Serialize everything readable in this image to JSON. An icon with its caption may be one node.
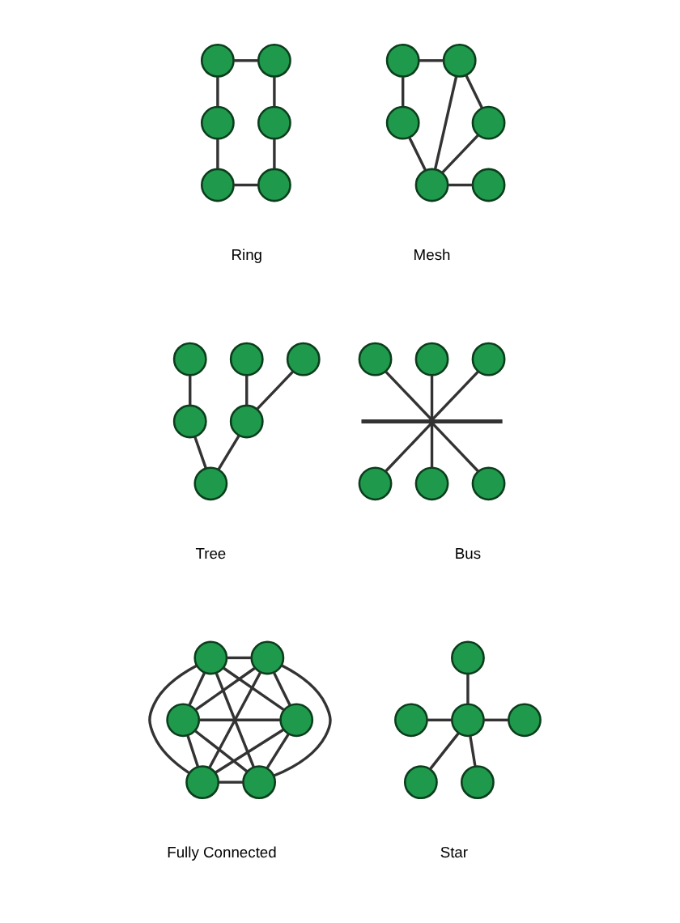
{
  "diagram": {
    "nodes": [
      {
        "text": [],
        "shape": "circle"
      },
      {
        "text": [],
        "shape": "circle"
      },
      {
        "text": [],
        "shape": "circle"
      },
      {
        "text": [],
        "shape": "circle"
      },
      {
        "text": [],
        "shape": "circle"
      },
      {
        "text": [],
        "shape": "circle"
      },
      {
        "text": [],
        "shape": "circle"
      },
      {
        "text": [],
        "shape": "circle"
      },
      {
        "text": [],
        "shape": "circle"
      },
      {
        "text": [],
        "shape": "circle"
      },
      {
        "text": [],
        "shape": "circle"
      },
      {
        "text": [],
        "shape": "circle"
      },
      {
        "text": [],
        "shape": "circle"
      },
      {
        "text": [],
        "shape": "circle"
      },
      {
        "text": [],
        "shape": "circle"
      },
      {
        "text": [],
        "shape": "circle"
      },
      {
        "text": [],
        "shape": "circle"
      },
      {
        "text": [],
        "shape": "circle"
      },
      {
        "text": [],
        "shape": "circle"
      },
      {
        "text": [],
        "shape": "circle"
      },
      {
        "text": [],
        "shape": "circle"
      },
      {
        "text": [],
        "shape": "bar"
      },
      {
        "text": [],
        "shape": "circle"
      },
      {
        "text": [],
        "shape": "circle"
      },
      {
        "text": [],
        "shape": "circle"
      },
      {
        "text": [],
        "shape": "circle"
      },
      {
        "text": [],
        "shape": "circle"
      },
      {
        "text": [],
        "shape": "circle"
      },
      {
        "text": [],
        "shape": "circle"
      },
      {
        "text": [],
        "shape": "circle"
      },
      {
        "text": [],
        "shape": "circle"
      },
      {
        "text": [],
        "shape": "circle"
      },
      {
        "text": [],
        "shape": "circle"
      },
      {
        "text": [],
        "shape": "circle"
      },
      {
        "text": [],
        "shape": "circle"
      },
      {
        "text": [],
        "shape": "circle"
      },
      {
        "text": [],
        "shape": "circle"
      }
    ],
    "edges": [
      {
        "from": 0,
        "to": 1,
        "arrow": "none"
      },
      {
        "from": 0,
        "to": 2,
        "arrow": "none"
      },
      {
        "from": 1,
        "to": 3,
        "arrow": "none"
      },
      {
        "from": 2,
        "to": 4,
        "arrow": "none"
      },
      {
        "from": 3,
        "to": 5,
        "arrow": "none"
      },
      {
        "from": 4,
        "to": 5,
        "arrow": "none"
      },
      {
        "from": 6,
        "to": 7,
        "arrow": "none"
      },
      {
        "from": 6,
        "to": 8,
        "arrow": "none"
      },
      {
        "from": 6,
        "to": 10,
        "arrow": "none"
      },
      {
        "from": 8,
        "to": 10,
        "arrow": "none"
      },
      {
        "from": 7,
        "to": 9,
        "arrow": "none"
      },
      {
        "from": 9,
        "to": 10,
        "arrow": "none"
      },
      {
        "from": 10,
        "to": 11,
        "arrow": "none"
      },
      {
        "from": 12,
        "to": 15,
        "arrow": "none"
      },
      {
        "from": 13,
        "to": 15,
        "arrow": "none"
      },
      {
        "from": 15,
        "to": 17,
        "arrow": "none"
      },
      {
        "from": 14,
        "to": 16,
        "arrow": "none"
      },
      {
        "from": 16,
        "to": 17,
        "arrow": "none"
      },
      {
        "from": 18,
        "to": 21,
        "arrow": "none"
      },
      {
        "from": 19,
        "to": 21,
        "arrow": "none"
      },
      {
        "from": 20,
        "to": 21,
        "arrow": "none"
      },
      {
        "from": 21,
        "to": 22,
        "arrow": "none"
      },
      {
        "from": 21,
        "to": 23,
        "arrow": "none"
      },
      {
        "from": 21,
        "to": 24,
        "arrow": "none"
      },
      {
        "from": 25,
        "to": 26,
        "arrow": "none"
      },
      {
        "from": 25,
        "to": 27,
        "arrow": "none"
      },
      {
        "from": 25,
        "to": 28,
        "arrow": "none"
      },
      {
        "from": 25,
        "to": 29,
        "arrow": "none"
      },
      {
        "from": 25,
        "to": 30,
        "arrow": "none"
      },
      {
        "from": 26,
        "to": 27,
        "arrow": "none"
      },
      {
        "from": 26,
        "to": 28,
        "arrow": "none"
      },
      {
        "from": 26,
        "to": 29,
        "arrow": "none"
      },
      {
        "from": 26,
        "to": 30,
        "arrow": "none"
      },
      {
        "from": 27,
        "to": 28,
        "arrow": "none"
      },
      {
        "from": 27,
        "to": 29,
        "arrow": "none"
      },
      {
        "from": 27,
        "to": 30,
        "arrow": "none"
      },
      {
        "from": 28,
        "to": 29,
        "arrow": "none"
      },
      {
        "from": 28,
        "to": 30,
        "arrow": "none"
      },
      {
        "from": 29,
        "to": 30,
        "arrow": "none"
      },
      {
        "from": 31,
        "to": 33,
        "arrow": "none"
      },
      {
        "from": 32,
        "to": 33,
        "arrow": "none"
      },
      {
        "from": 33,
        "to": 34,
        "arrow": "none"
      },
      {
        "from": 33,
        "to": 35,
        "arrow": "none"
      },
      {
        "from": 33,
        "to": 36,
        "arrow": "none"
      }
    ],
    "labels": [
      "Ring",
      "Mesh",
      "Tree",
      "Bus",
      "Fully Connected",
      "Star"
    ]
  }
}
